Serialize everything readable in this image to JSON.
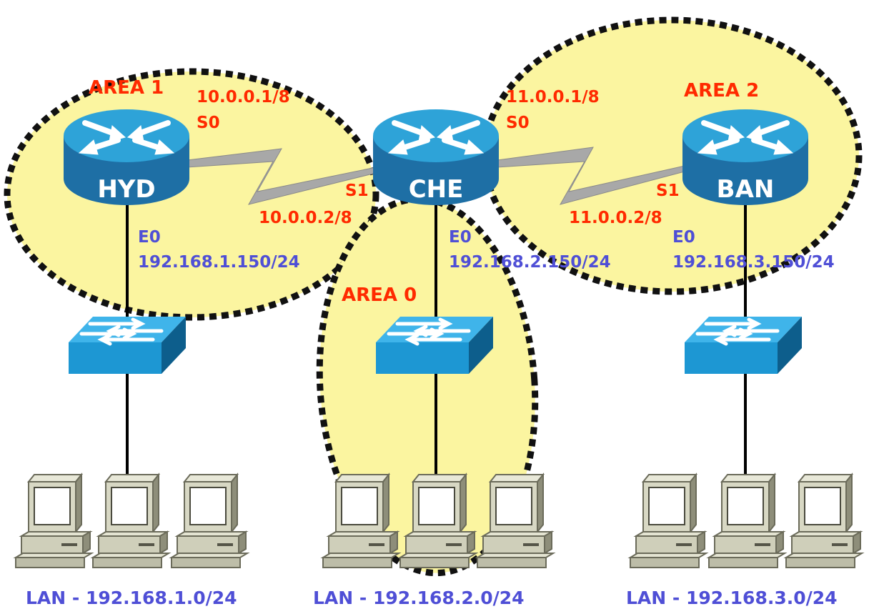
{
  "colors": {
    "area_fill": "#fbf5a0",
    "area_border": "#111111",
    "router_top": "#2ea3d8",
    "router_side": "#1e6fa5",
    "switch_top": "#3fb4ea",
    "switch_front": "#1d97d3",
    "switch_side": "#0d5e8c",
    "serial_link": "#a8a8a8",
    "label_red": "#ff2a00",
    "label_blue": "#4f4fd6"
  },
  "areas": {
    "area1": "AREA 1",
    "area0": "AREA 0",
    "area2": "AREA 2"
  },
  "routers": {
    "hyd": {
      "name": "HYD",
      "s0_label": "S0",
      "s0_ip": "10.0.0.1/8",
      "e0_label": "E0",
      "e0_ip": "192.168.1.150/24",
      "lan": "LAN - 192.168.1.0/24"
    },
    "che": {
      "name": "CHE",
      "s1_label": "S1",
      "s1_ip": "10.0.0.2/8",
      "s0_label": "S0",
      "s0_ip": "11.0.0.1/8",
      "e0_label": "E0",
      "e0_ip": "192.168.2.150/24",
      "lan": "LAN - 192.168.2.0/24"
    },
    "ban": {
      "name": "BAN",
      "s1_label": "S1",
      "s1_ip": "11.0.0.2/8",
      "e0_label": "E0",
      "e0_ip": "192.168.3.150/24",
      "lan": "LAN - 192.168.3.0/24"
    }
  },
  "icons": {
    "router": "router-icon",
    "switch": "switch-icon",
    "pc": "workstation-icon"
  }
}
